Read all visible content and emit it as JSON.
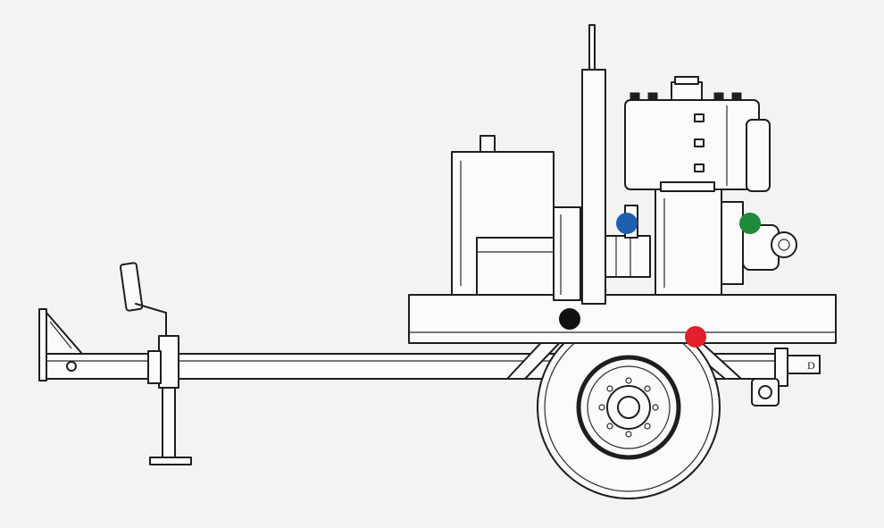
{
  "diagram": {
    "subject": "trailer-mounted-engine-pump",
    "markers": [
      {
        "id": "blue",
        "color": "#1f5fb0"
      },
      {
        "id": "green",
        "color": "#1f8a3a"
      },
      {
        "id": "black",
        "color": "#111111"
      },
      {
        "id": "red",
        "color": "#e0202a"
      }
    ],
    "colors": {
      "background": "#f3f3f3",
      "line": "#1e1e1e",
      "fill": "#fbfbfb"
    },
    "plate_letter": "D"
  }
}
